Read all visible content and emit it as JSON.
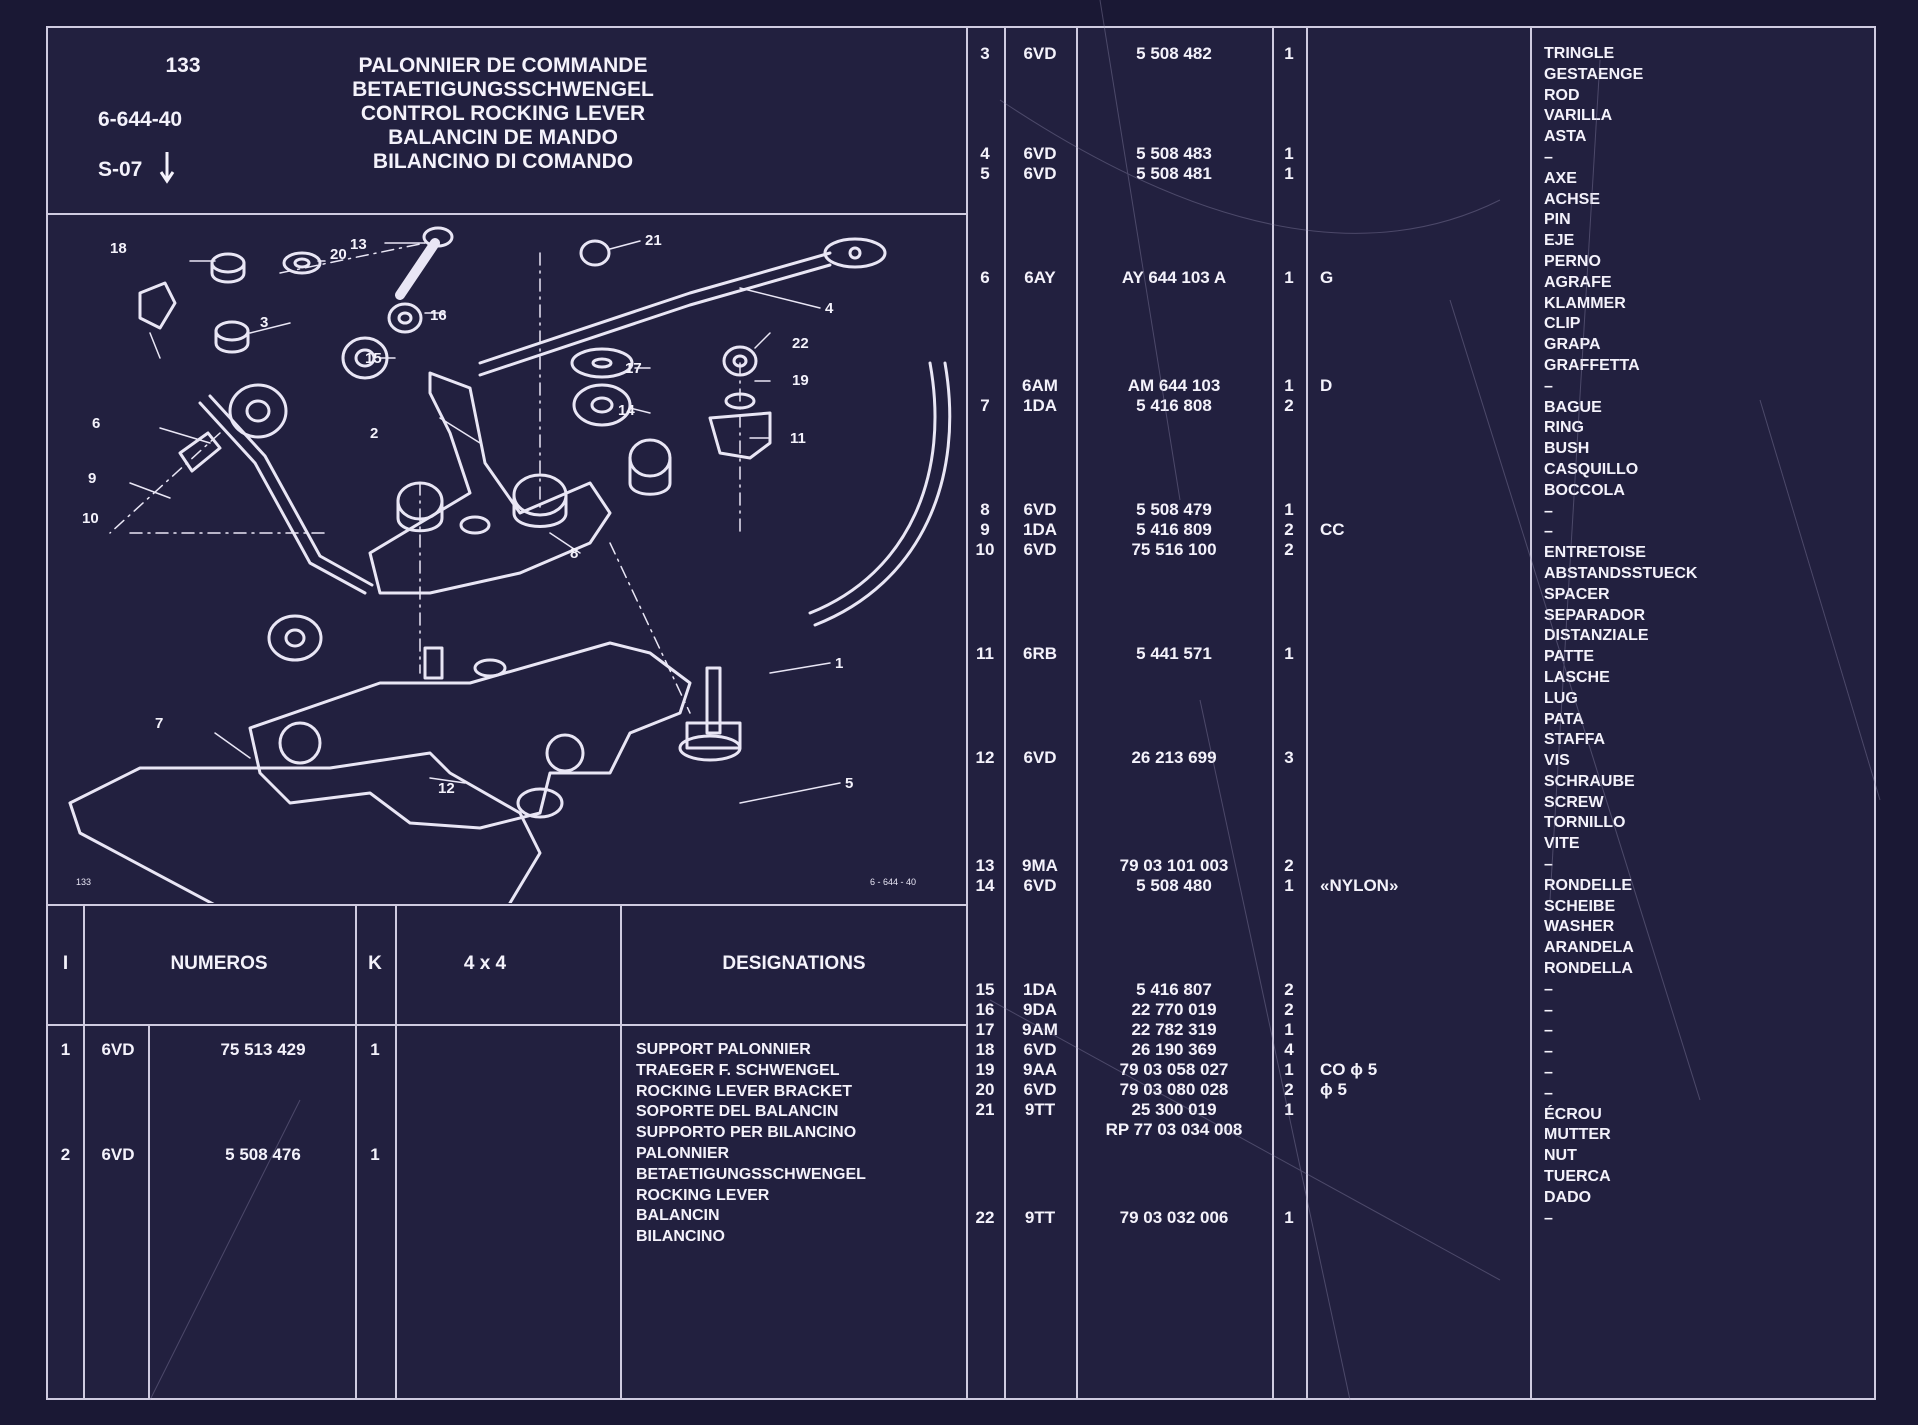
{
  "header": {
    "ref_number": "133",
    "ref_code": "6-644-40",
    "ref_series": "S-07",
    "arrow": "down-arrow-icon",
    "titles": [
      "PALONNIER DE COMMANDE",
      "BETAETIGUNGSSCHWENGEL",
      "CONTROL ROCKING LEVER",
      "BALANCIN DE MANDO",
      "BILANCINO DI COMANDO"
    ]
  },
  "diagram": {
    "corner_left": "133",
    "corner_right": "6 - 644 - 40",
    "callouts": [
      "1",
      "2",
      "3",
      "4",
      "5",
      "6",
      "7",
      "8",
      "9",
      "10",
      "11",
      "12",
      "13",
      "14",
      "15",
      "16",
      "17",
      "18",
      "19",
      "20",
      "21",
      "22"
    ]
  },
  "table_header": {
    "col_i": "I",
    "col_numeros": "NUMEROS",
    "col_k": "K",
    "col_4x4": "4 x 4",
    "col_designations": "DESIGNATIONS"
  },
  "left_rows": [
    {
      "i": "1",
      "code": "6VD",
      "number": "75 513 429",
      "k": "1"
    },
    {
      "i": "2",
      "code": "6VD",
      "number": "5 508 476",
      "k": "1"
    }
  ],
  "left_designations": [
    {
      "text": "SUPPORT PALONNIER",
      "main": true
    },
    {
      "text": "TRAEGER F. SCHWENGEL",
      "main": false
    },
    {
      "text": "ROCKING LEVER BRACKET",
      "main": false
    },
    {
      "text": "SOPORTE DEL BALANCIN",
      "main": false
    },
    {
      "text": "SUPPORTO PER BILANCINO",
      "main": false
    },
    {
      "text": "PALONNIER",
      "main": true
    },
    {
      "text": "BETAETIGUNGSSCHWENGEL",
      "main": false
    },
    {
      "text": "ROCKING LEVER",
      "main": false
    },
    {
      "text": "BALANCIN",
      "main": false
    },
    {
      "text": "BILANCINO",
      "main": false
    }
  ],
  "right_rows": [
    {
      "i": "3",
      "code": "6VD",
      "number": "5 508 482",
      "k": "1",
      "note": ""
    },
    {
      "i": "4",
      "code": "6VD",
      "number": "5 508 483",
      "k": "1",
      "note": ""
    },
    {
      "i": "5",
      "code": "6VD",
      "number": "5 508 481",
      "k": "1",
      "note": ""
    },
    {
      "i": "6",
      "code": "6AY",
      "number": "AY 644 103 A",
      "k": "1",
      "note": "G"
    },
    {
      "i": "",
      "code": "6AM",
      "number": "AM 644 103",
      "k": "1",
      "note": "D"
    },
    {
      "i": "7",
      "code": "1DA",
      "number": "5 416 808",
      "k": "2",
      "note": ""
    },
    {
      "i": "8",
      "code": "6VD",
      "number": "5 508 479",
      "k": "1",
      "note": ""
    },
    {
      "i": "9",
      "code": "1DA",
      "number": "5 416 809",
      "k": "2",
      "note": "CC"
    },
    {
      "i": "10",
      "code": "6VD",
      "number": "75 516 100",
      "k": "2",
      "note": ""
    },
    {
      "i": "11",
      "code": "6RB",
      "number": "5 441 571",
      "k": "1",
      "note": ""
    },
    {
      "i": "12",
      "code": "6VD",
      "number": "26 213 699",
      "k": "3",
      "note": ""
    },
    {
      "i": "13",
      "code": "9MA",
      "number": "79 03 101 003",
      "k": "2",
      "note": ""
    },
    {
      "i": "14",
      "code": "6VD",
      "number": "5 508 480",
      "k": "1",
      "note": "«NYLON»"
    },
    {
      "i": "15",
      "code": "1DA",
      "number": "5 416 807",
      "k": "2",
      "note": ""
    },
    {
      "i": "16",
      "code": "9DA",
      "number": "22 770 019",
      "k": "2",
      "note": ""
    },
    {
      "i": "17",
      "code": "9AM",
      "number": "22 782 319",
      "k": "1",
      "note": ""
    },
    {
      "i": "18",
      "code": "6VD",
      "number": "26 190 369",
      "k": "4",
      "note": ""
    },
    {
      "i": "19",
      "code": "9AA",
      "number": "79 03 058 027",
      "k": "1",
      "note": "CO ϕ 5"
    },
    {
      "i": "20",
      "code": "6VD",
      "number": "79 03 080 028",
      "k": "2",
      "note": "ϕ 5"
    },
    {
      "i": "21",
      "code": "9TT",
      "number": "25 300 019",
      "k": "1",
      "note": ""
    },
    {
      "i": "",
      "code": "",
      "number": "RP 77 03 034 008",
      "k": "",
      "note": ""
    },
    {
      "i": "22",
      "code": "9TT",
      "number": "79 03 032 006",
      "k": "1",
      "note": ""
    }
  ],
  "right_designations": [
    {
      "text": "TRINGLE",
      "main": true
    },
    {
      "text": "GESTAENGE",
      "main": false
    },
    {
      "text": "ROD",
      "main": false
    },
    {
      "text": "VARILLA",
      "main": false
    },
    {
      "text": "ASTA",
      "main": false
    },
    {
      "text": "–",
      "main": false
    },
    {
      "text": "AXE",
      "main": true
    },
    {
      "text": "ACHSE",
      "main": false
    },
    {
      "text": "PIN",
      "main": false
    },
    {
      "text": "EJE",
      "main": false
    },
    {
      "text": "PERNO",
      "main": false
    },
    {
      "text": "AGRAFE",
      "main": true
    },
    {
      "text": "KLAMMER",
      "main": false
    },
    {
      "text": "CLIP",
      "main": false
    },
    {
      "text": "GRAPA",
      "main": false
    },
    {
      "text": "GRAFFETTA",
      "main": false
    },
    {
      "text": "–",
      "main": false
    },
    {
      "text": "BAGUE",
      "main": true
    },
    {
      "text": "RING",
      "main": false
    },
    {
      "text": "BUSH",
      "main": false
    },
    {
      "text": "CASQUILLO",
      "main": false
    },
    {
      "text": "BOCCOLA",
      "main": false
    },
    {
      "text": "–",
      "main": false
    },
    {
      "text": "–",
      "main": false
    },
    {
      "text": "ENTRETOISE",
      "main": true
    },
    {
      "text": "ABSTANDSSTUECK",
      "main": false
    },
    {
      "text": "SPACER",
      "main": false
    },
    {
      "text": "SEPARADOR",
      "main": false
    },
    {
      "text": "DISTANZIALE",
      "main": false
    },
    {
      "text": "PATTE",
      "main": true
    },
    {
      "text": "LASCHE",
      "main": false
    },
    {
      "text": "LUG",
      "main": false
    },
    {
      "text": "PATA",
      "main": false
    },
    {
      "text": "STAFFA",
      "main": false
    },
    {
      "text": "VIS",
      "main": true
    },
    {
      "text": "SCHRAUBE",
      "main": false
    },
    {
      "text": "SCREW",
      "main": false
    },
    {
      "text": "TORNILLO",
      "main": false
    },
    {
      "text": "VITE",
      "main": false
    },
    {
      "text": "–",
      "main": false
    },
    {
      "text": "RONDELLE",
      "main": true
    },
    {
      "text": "SCHEIBE",
      "main": false
    },
    {
      "text": "WASHER",
      "main": false
    },
    {
      "text": "ARANDELA",
      "main": false
    },
    {
      "text": "RONDELLA",
      "main": false
    },
    {
      "text": "–",
      "main": false
    },
    {
      "text": "–",
      "main": false
    },
    {
      "text": "–",
      "main": false
    },
    {
      "text": "–",
      "main": false
    },
    {
      "text": "–",
      "main": false
    },
    {
      "text": "–",
      "main": false
    },
    {
      "text": "ÉCROU",
      "main": true
    },
    {
      "text": "MUTTER",
      "main": false
    },
    {
      "text": "NUT",
      "main": false
    },
    {
      "text": "TUERCA",
      "main": false
    },
    {
      "text": "DADO",
      "main": false
    },
    {
      "text": "–",
      "main": false
    }
  ]
}
